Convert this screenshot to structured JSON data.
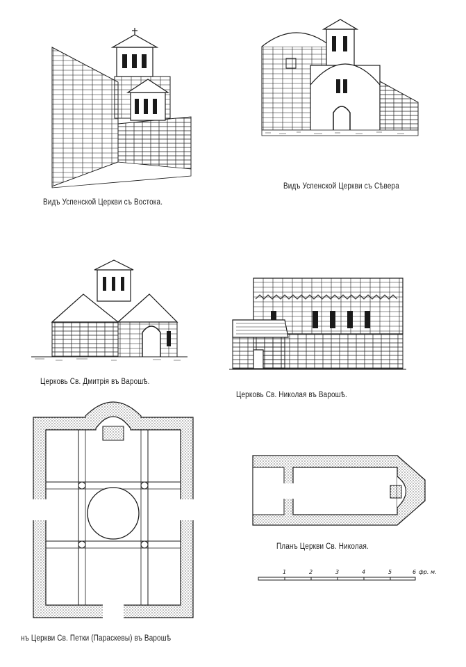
{
  "captions": {
    "east_view": "Видъ Успенской Церкви съ Востока.",
    "north_view": "Видъ Успенской Церкви съ Сѣвера",
    "dmitri": "Церковь Св. Дмитрія въ Варошѣ.",
    "nikola": "Церковь Св. Николая въ Варошѣ.",
    "nikola_plan": "Планъ Церкви Св. Николая.",
    "petka_plan": "нъ Церкви Св. Петки (Параскевы) въ Варошѣ"
  },
  "scale_bar": {
    "ticks": [
      "1",
      "2",
      "3",
      "4",
      "5",
      "6"
    ],
    "unit": "фр. м."
  },
  "colors": {
    "ink": "#1a1a1a",
    "paper": "#ffffff"
  }
}
